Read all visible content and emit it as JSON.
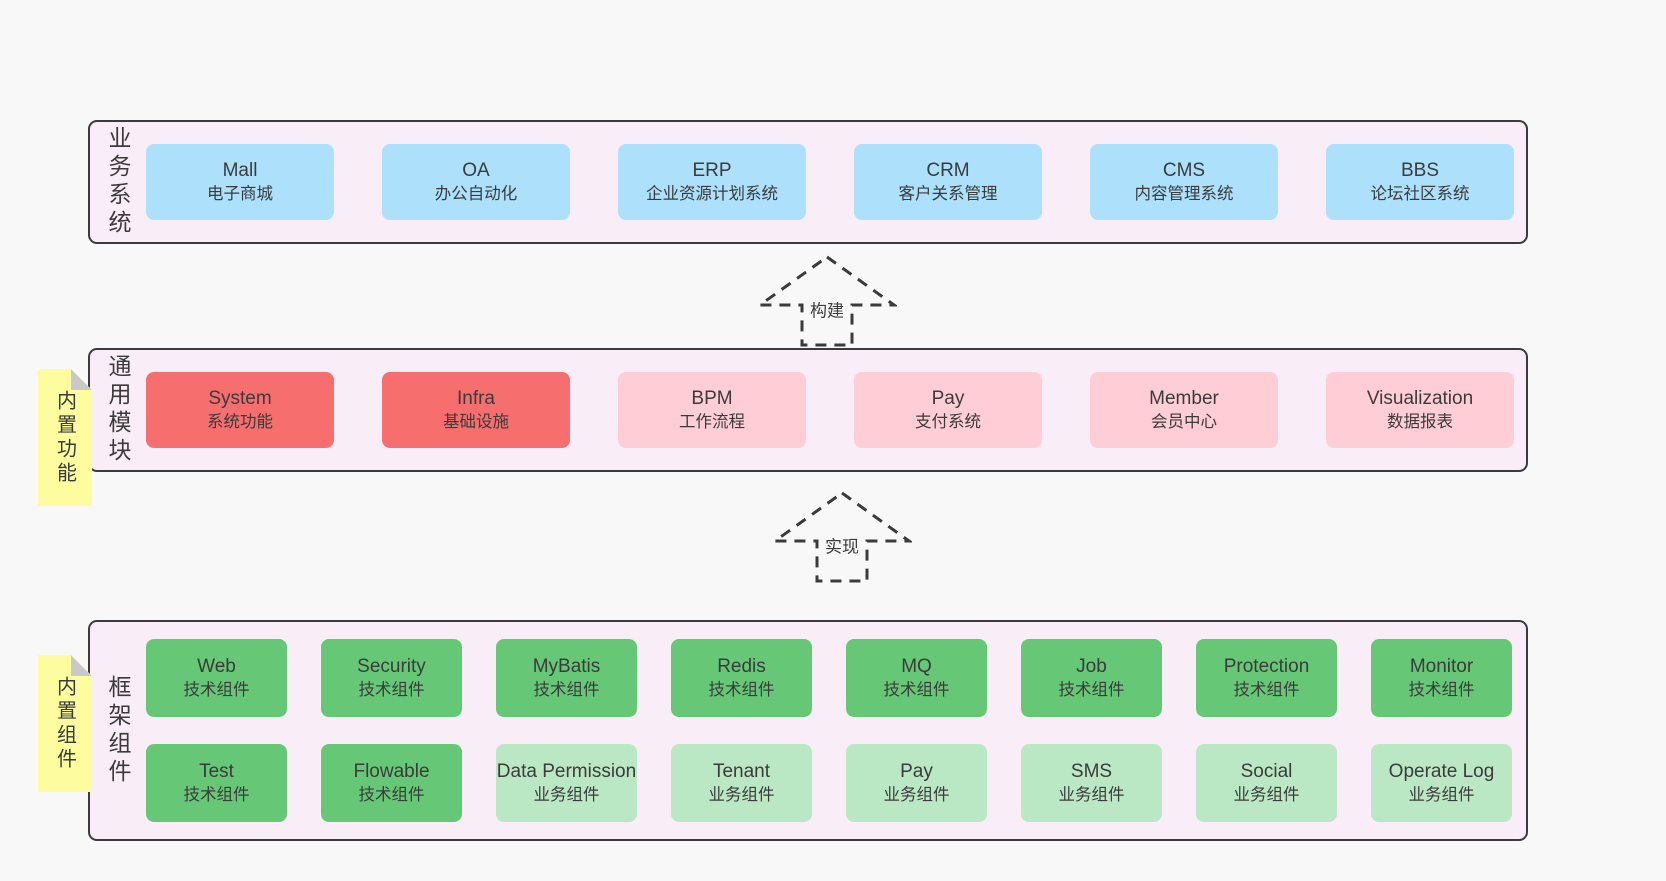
{
  "colors": {
    "pageBg": "#f8f8f8",
    "sectionBg": "#f9edf7",
    "border": "#3b3b3b",
    "text": "#3b3b3b",
    "blue": "#ace0fb",
    "red": "#f76e6e",
    "pink": "#ffcdd6",
    "green": "#66c877",
    "lightgreen": "#bbe8c4",
    "noteYellow": "#fdfd9f",
    "noteFold": "#c9c9c9"
  },
  "sections": [
    {
      "id": "business-systems",
      "label": "业务系统",
      "boxes": [
        {
          "name": "Mall",
          "desc": "电子商城",
          "color": "blue"
        },
        {
          "name": "OA",
          "desc": "办公自动化",
          "color": "blue"
        },
        {
          "name": "ERP",
          "desc": "企业资源计划系统",
          "color": "blue"
        },
        {
          "name": "CRM",
          "desc": "客户关系管理",
          "color": "blue"
        },
        {
          "name": "CMS",
          "desc": "内容管理系统",
          "color": "blue"
        },
        {
          "name": "BBS",
          "desc": "论坛社区系统",
          "color": "blue"
        }
      ]
    },
    {
      "id": "common-modules",
      "label": "通用模块",
      "note": "内置功能",
      "boxes": [
        {
          "name": "System",
          "desc": "系统功能",
          "color": "red"
        },
        {
          "name": "Infra",
          "desc": "基础设施",
          "color": "red"
        },
        {
          "name": "BPM",
          "desc": "工作流程",
          "color": "pink"
        },
        {
          "name": "Pay",
          "desc": "支付系统",
          "color": "pink"
        },
        {
          "name": "Member",
          "desc": "会员中心",
          "color": "pink"
        },
        {
          "name": "Visualization",
          "desc": "数据报表",
          "color": "pink"
        }
      ]
    },
    {
      "id": "framework-components",
      "label": "框架组件",
      "note": "内置组件",
      "rows": [
        [
          {
            "name": "Web",
            "desc": "技术组件",
            "color": "green"
          },
          {
            "name": "Security",
            "desc": "技术组件",
            "color": "green"
          },
          {
            "name": "MyBatis",
            "desc": "技术组件",
            "color": "green"
          },
          {
            "name": "Redis",
            "desc": "技术组件",
            "color": "green"
          },
          {
            "name": "MQ",
            "desc": "技术组件",
            "color": "green"
          },
          {
            "name": "Job",
            "desc": "技术组件",
            "color": "green"
          },
          {
            "name": "Protection",
            "desc": "技术组件",
            "color": "green"
          },
          {
            "name": "Monitor",
            "desc": "技术组件",
            "color": "green"
          }
        ],
        [
          {
            "name": "Test",
            "desc": "技术组件",
            "color": "green"
          },
          {
            "name": "Flowable",
            "desc": "技术组件",
            "color": "green"
          },
          {
            "name": "Data Permission",
            "desc": "业务组件",
            "color": "lightgreen"
          },
          {
            "name": "Tenant",
            "desc": "业务组件",
            "color": "lightgreen"
          },
          {
            "name": "Pay",
            "desc": "业务组件",
            "color": "lightgreen"
          },
          {
            "name": "SMS",
            "desc": "业务组件",
            "color": "lightgreen"
          },
          {
            "name": "Social",
            "desc": "业务组件",
            "color": "lightgreen"
          },
          {
            "name": "Operate Log",
            "desc": "业务组件",
            "color": "lightgreen"
          }
        ]
      ]
    }
  ],
  "arrows": [
    {
      "label": "构建"
    },
    {
      "label": "实现"
    }
  ]
}
